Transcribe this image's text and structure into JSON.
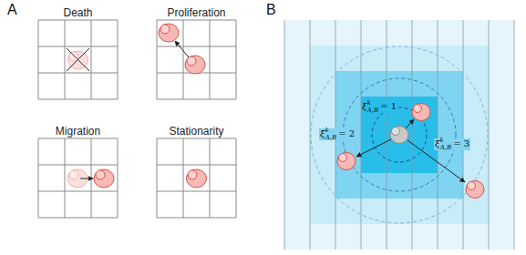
{
  "diagram": {
    "nodes": [
      {
        "text": [
          "Death"
        ]
      },
      {
        "text": [
          "Proliferation"
        ]
      },
      {
        "text": [
          "Migration"
        ]
      },
      {
        "text": [
          "Stationarity"
        ]
      }
    ],
    "labels": [
      "A",
      "B",
      "ξ",
      "k",
      "A,B",
      "= 1",
      "ξ",
      "k",
      "A,B",
      "= 2",
      "ξ",
      "k",
      "A,B",
      "= 3"
    ]
  }
}
